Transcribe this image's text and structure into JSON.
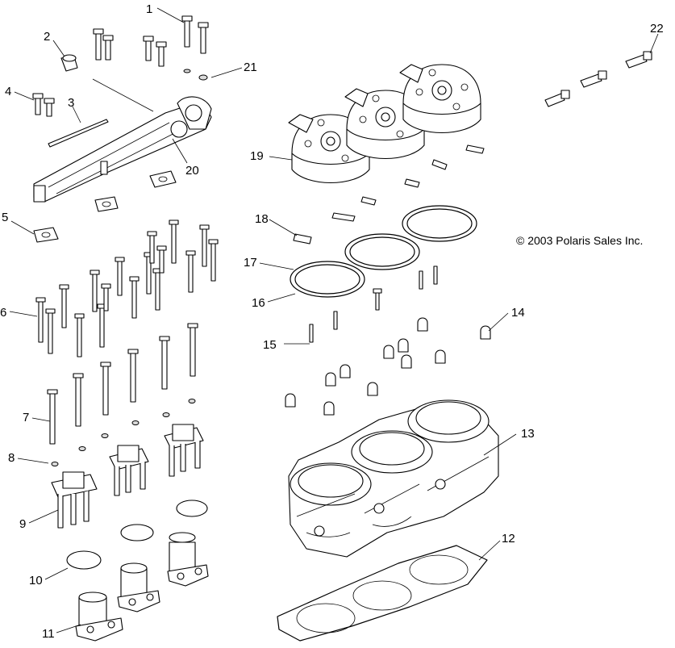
{
  "copyright": "© 2003 Polaris Sales Inc.",
  "callouts": [
    {
      "id": "1",
      "text": "1"
    },
    {
      "id": "2",
      "text": "2"
    },
    {
      "id": "3",
      "text": "3"
    },
    {
      "id": "4",
      "text": "4"
    },
    {
      "id": "5",
      "text": "5"
    },
    {
      "id": "6",
      "text": "6"
    },
    {
      "id": "7",
      "text": "7"
    },
    {
      "id": "8",
      "text": "8"
    },
    {
      "id": "9",
      "text": "9"
    },
    {
      "id": "10",
      "text": "10"
    },
    {
      "id": "11",
      "text": "11"
    },
    {
      "id": "12",
      "text": "12"
    },
    {
      "id": "13",
      "text": "13"
    },
    {
      "id": "14",
      "text": "14"
    },
    {
      "id": "15",
      "text": "15"
    },
    {
      "id": "16",
      "text": "16"
    },
    {
      "id": "17",
      "text": "17"
    },
    {
      "id": "18",
      "text": "18"
    },
    {
      "id": "19",
      "text": "19"
    },
    {
      "id": "20",
      "text": "20"
    },
    {
      "id": "21",
      "text": "21"
    },
    {
      "id": "22",
      "text": "22"
    }
  ]
}
